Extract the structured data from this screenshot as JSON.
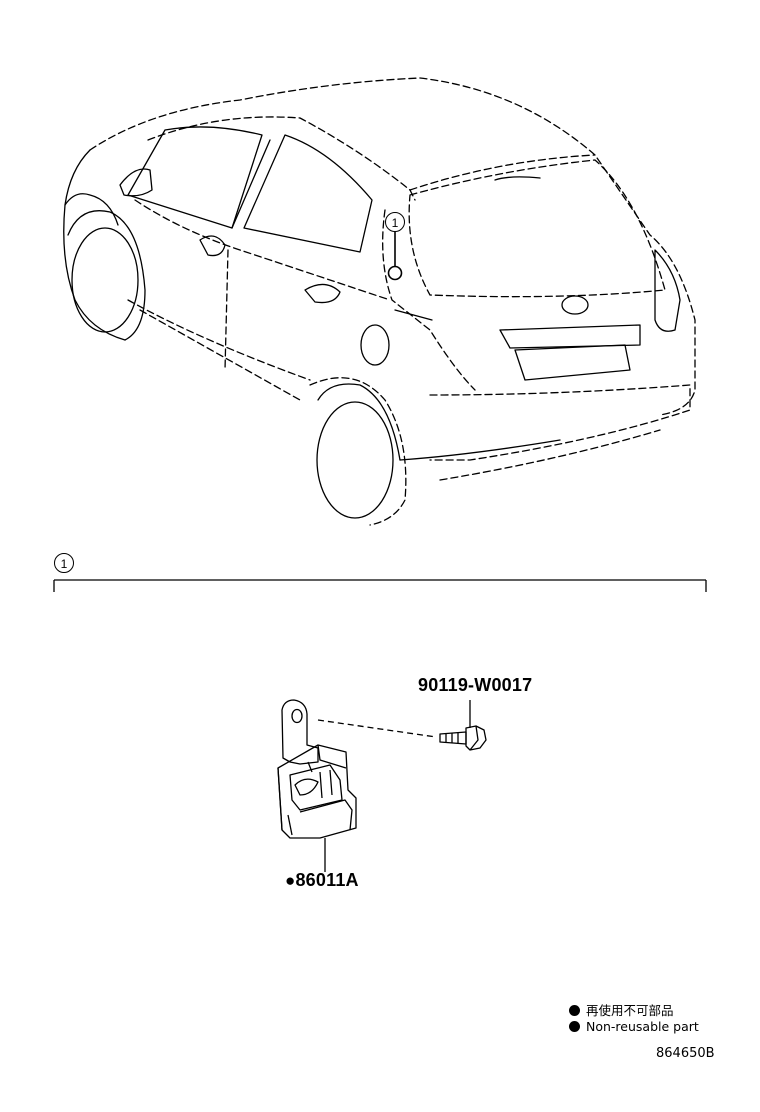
{
  "callout": {
    "number": "1"
  },
  "parts": {
    "bolt": {
      "number": "90119-W0017"
    },
    "sensor": {
      "marker": "●",
      "number": "86011A"
    }
  },
  "legend": {
    "items": [
      {
        "icon": "filled-circle-icon",
        "text": "再使用不可部品"
      },
      {
        "icon": "filled-circle-icon",
        "text": "Non-reusable part"
      }
    ]
  },
  "drawing_code": "864650B",
  "colors": {
    "line": "#000000",
    "background": "#ffffff"
  }
}
